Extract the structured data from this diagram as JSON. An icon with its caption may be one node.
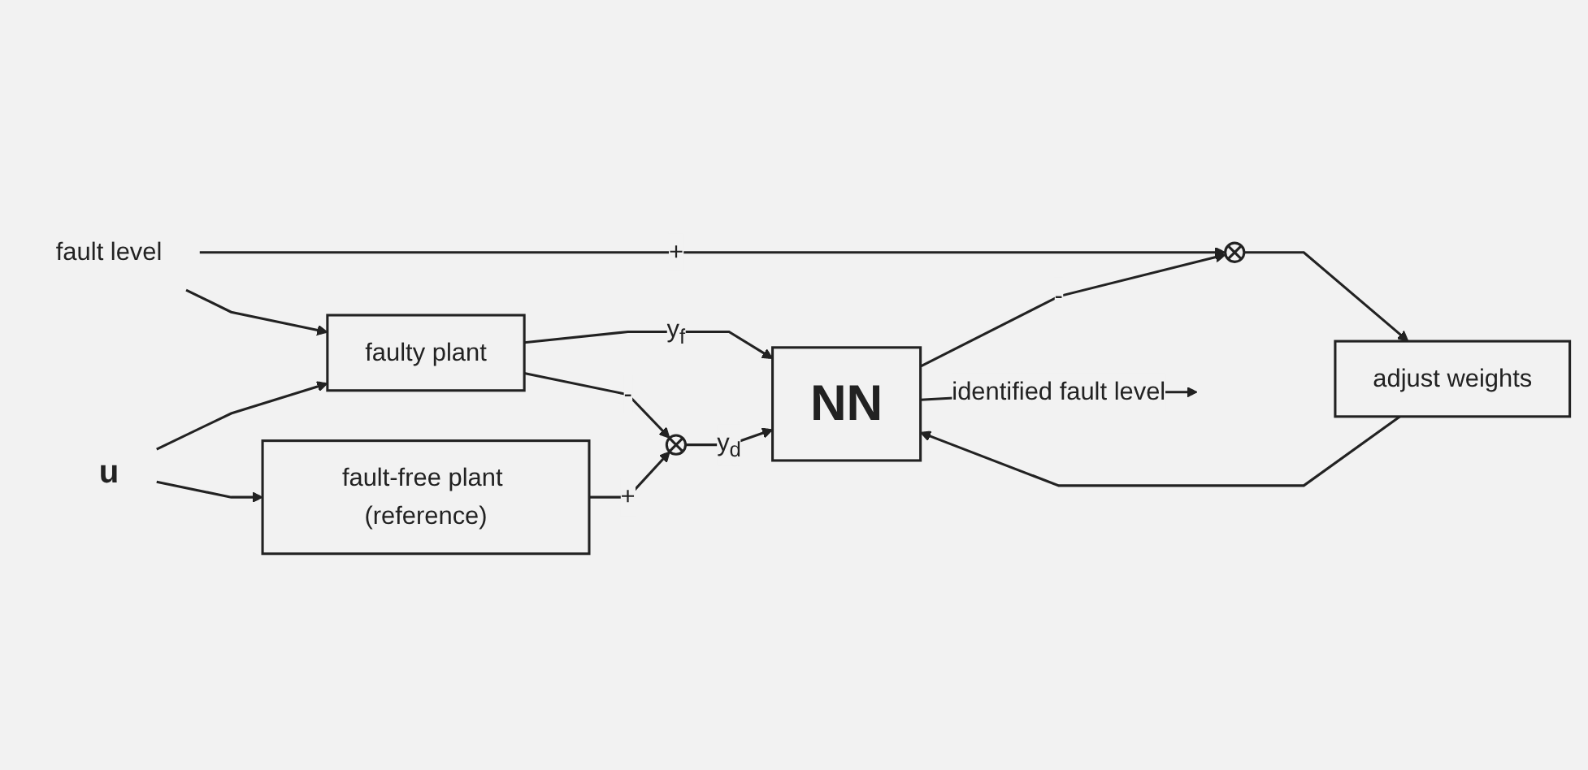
{
  "diagram": {
    "nodes": [
      {
        "text": [
          "fault level"
        ]
      },
      {
        "text": [],
        "shape": "circle"
      },
      {
        "text": [
          "adjust weights"
        ]
      },
      {
        "text": [
          "u"
        ]
      },
      {
        "text": [
          "faulty plant"
        ]
      },
      {
        "text": [
          "fault-free plant (reference)"
        ]
      },
      {
        "text": [],
        "shape": "circle"
      },
      {
        "text": [
          "NN"
        ]
      }
    ],
    "edges": [
      {
        "from": 0,
        "to": 4,
        "arrow": "to"
      },
      {
        "from": 0,
        "to": 1,
        "arrow": "to",
        "label": "+"
      },
      {
        "from": 7,
        "to": 1,
        "arrow": "to",
        "label": "-"
      },
      {
        "from": 1,
        "to": 2,
        "arrow": "to"
      },
      {
        "from": 2,
        "to": 7,
        "arrow": "to"
      },
      {
        "from": 3,
        "to": 4,
        "arrow": "to"
      },
      {
        "from": 3,
        "to": 5,
        "arrow": "to"
      },
      {
        "from": 4,
        "to": 7,
        "arrow": "to",
        "label": "y$_{f}$"
      },
      {
        "from": 4,
        "to": 6,
        "arrow": "to",
        "label": "-"
      },
      {
        "from": 5,
        "to": 6,
        "arrow": "to",
        "label": "+"
      },
      {
        "from": 6,
        "to": 7,
        "arrow": "to",
        "label": "y$_{d}$"
      },
      {
        "from": 7,
        "to": null,
        "arrow": "to",
        "label": "identified fault level"
      }
    ]
  }
}
